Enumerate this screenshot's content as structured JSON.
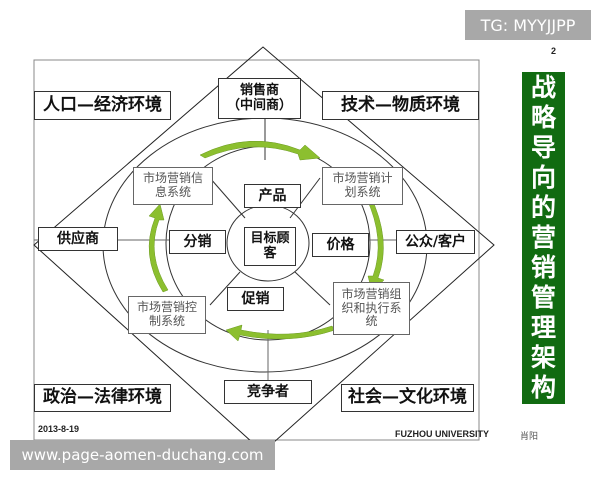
{
  "watermarks": {
    "top_right": "TG: MYYJJPP",
    "bottom_left": "www.page-aomen-duchang.com"
  },
  "slide": {
    "page_number": "2",
    "date": "2013-8-19",
    "institution": "FUZHOU UNIVERSITY",
    "author": "肖阳"
  },
  "title_vertical": [
    "战",
    "略",
    "导",
    "向",
    "的",
    "营",
    "销",
    "管",
    "理",
    "架",
    "构"
  ],
  "title_color": "#116b11",
  "environments": {
    "top_left": "人口—经济环境",
    "top_right": "技术—物质环境",
    "bottom_left": "政治—法律环境",
    "bottom_right": "社会—文化环境"
  },
  "actors": {
    "top_line1": "销售商",
    "top_line2": "（中间商）",
    "left": "供应商",
    "right": "公众/客户",
    "bottom": "竞争者"
  },
  "center": {
    "line1": "目标顾",
    "line2": "客"
  },
  "marketing_mix": {
    "top": "产品",
    "left": "分销",
    "right": "价格",
    "bottom": "促销"
  },
  "systems": {
    "top_left_line1": "市场营销信",
    "top_left_line2": "息系统",
    "top_right_line1": "市场营销计",
    "top_right_line2": "划系统",
    "bottom_right_line1": "市场营销组",
    "bottom_right_line2": "织和执行系",
    "bottom_right_line3": "统",
    "bottom_left_line1": "市场营销控",
    "bottom_left_line2": "制系统"
  },
  "arrow_color": "#8cbf2f"
}
